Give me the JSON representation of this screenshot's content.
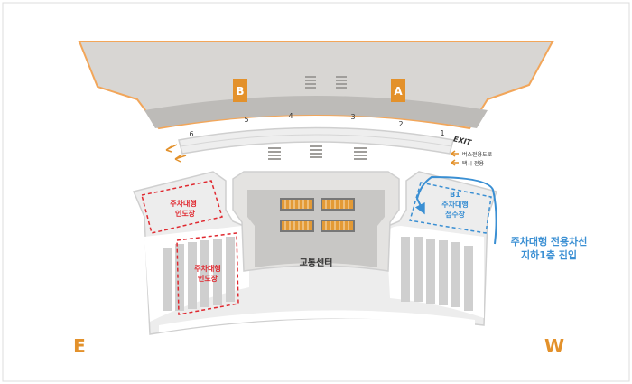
{
  "terminal": {
    "gate_left": "B",
    "gate_right": "A"
  },
  "curb": {
    "door_numbers": [
      "6",
      "5",
      "4",
      "3",
      "2",
      "1"
    ],
    "exit_label": "EXIT",
    "bus_lane_label": "버스전용도로",
    "taxi_lane_label": "택시 전용"
  },
  "transport_center": {
    "label": "교통센터"
  },
  "parking": {
    "pickup_zone_upper": [
      "주차대행",
      "인도장"
    ],
    "pickup_zone_lower": [
      "주차대행",
      "인도장"
    ],
    "reception": [
      "B1",
      "주차대행",
      "접수장"
    ]
  },
  "callout": {
    "line1": "주차대행 전용차선",
    "line2": "지하1층 진입"
  },
  "compass": {
    "east": "E",
    "west": "W"
  },
  "colors": {
    "accent": "#e3912b",
    "terminal_fill": "#c9c7c4",
    "terminal_outline": "#f2a65a",
    "pickup_red": "#e0282f",
    "reception_blue": "#3a8fd3",
    "text_dark": "#333333"
  }
}
